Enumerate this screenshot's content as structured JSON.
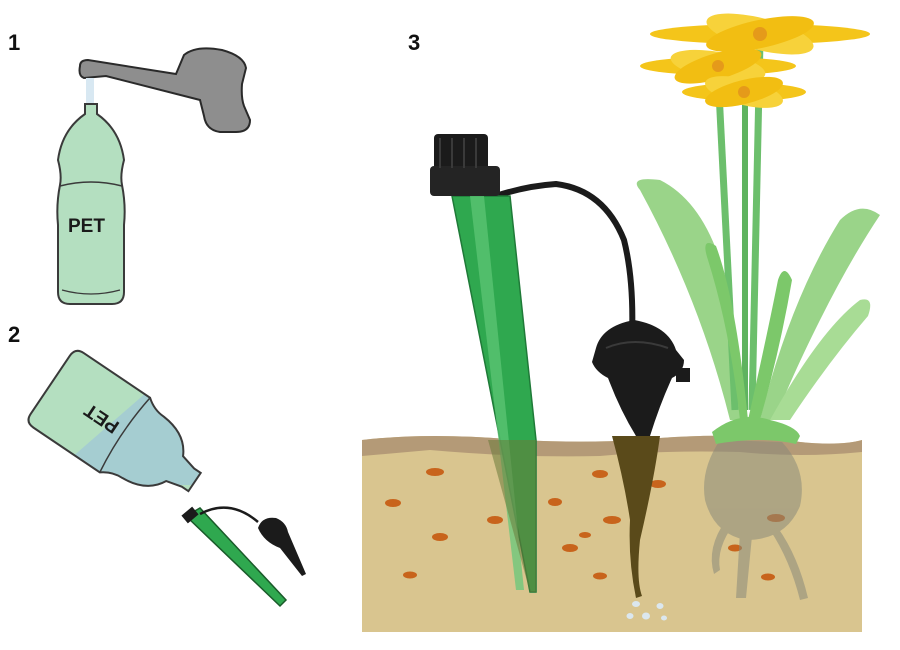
{
  "steps": [
    {
      "number": "1",
      "label": "PET"
    },
    {
      "number": "2",
      "label": "PET"
    },
    {
      "number": "3"
    }
  ],
  "colors": {
    "bottle": "#b4dfc0",
    "water": "#a5cdd1",
    "faucet": "#8e8e8e",
    "spike_green": "#2fa84f",
    "dripper_black": "#1b1b1b",
    "soil": "#d9c58f",
    "soil_top": "#b49a77",
    "clay": "#c8641c",
    "petal": "#f4c51a",
    "leaf": "#8fcf78"
  },
  "icons": [
    "faucet-icon",
    "bottle-icon",
    "spike-icon",
    "dripper-icon",
    "flower-icon",
    "soil-icon"
  ]
}
